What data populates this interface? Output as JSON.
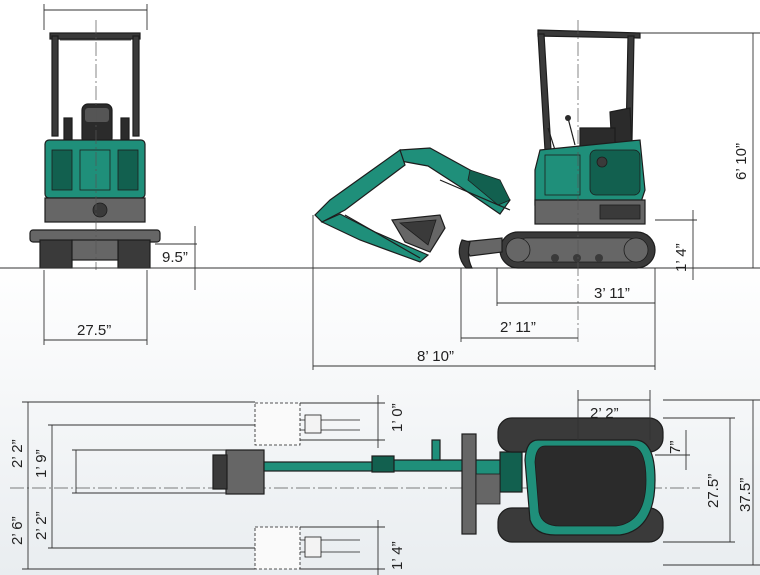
{
  "colors": {
    "body_green": "#1f8f7a",
    "body_green_dark": "#12604f",
    "track_dark": "#3a3a3a",
    "track_mid": "#666666",
    "seat_black": "#2b2b2b",
    "background_top": "#ffffff",
    "background_bottom": "#e9edf0",
    "ground_line": "#333333"
  },
  "dimensions": {
    "front_ground_clearance": "9.5”",
    "front_track_width": "27.5”",
    "side_height": "6’ 10”",
    "side_blade_height": "1’ 4”",
    "side_tail_to_track": "3’ 11”",
    "side_blade_to_track": "2’ 11”",
    "side_overall_reach": "8’ 10”",
    "top_cab_length": "2’ 2”",
    "top_blade_offset": "7”",
    "top_track_width": "27.5”",
    "top_overall_width": "37.5”",
    "top_swing_upper": "1’ 0”",
    "top_swing_lower": "1’ 4”",
    "top_left_outer_upper": "2’ 2”",
    "top_left_outer_lower": "2’ 6”",
    "top_left_inner_upper": "1’ 9”",
    "top_left_inner_lower": "2’ 2”"
  }
}
